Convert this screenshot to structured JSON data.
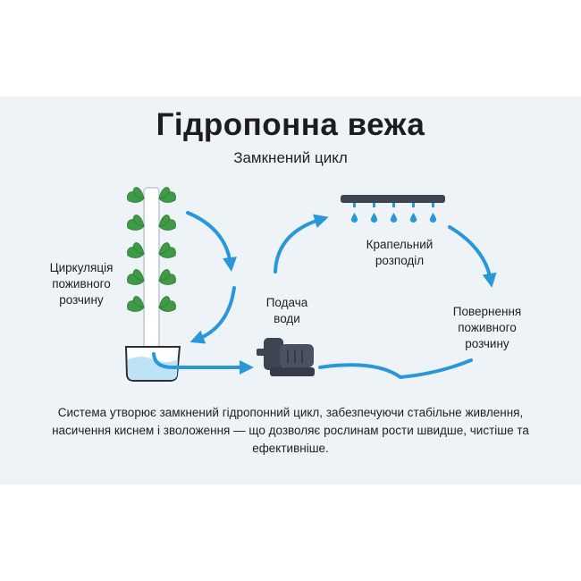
{
  "header": {
    "title": "Гідропонна вежа",
    "subtitle": "Замкнений цикл"
  },
  "labels": {
    "circulation": "Циркуляція поживного розчину",
    "water_supply": "Подача води",
    "drip": "Крапельний розподіл",
    "return": "Повернення поживного розчину"
  },
  "caption": "Система утворює замкнений гідропонний цикл, забезпечуючи стабільне живлення, насичення киснем і зволоження — що дозволяє рослинам рости швидше, чистіше та ефективніше.",
  "colors": {
    "arrow": "#2a97d8",
    "leaf": "#3f9a47",
    "panel": "#eef3f7",
    "pump": "#3d4452"
  }
}
